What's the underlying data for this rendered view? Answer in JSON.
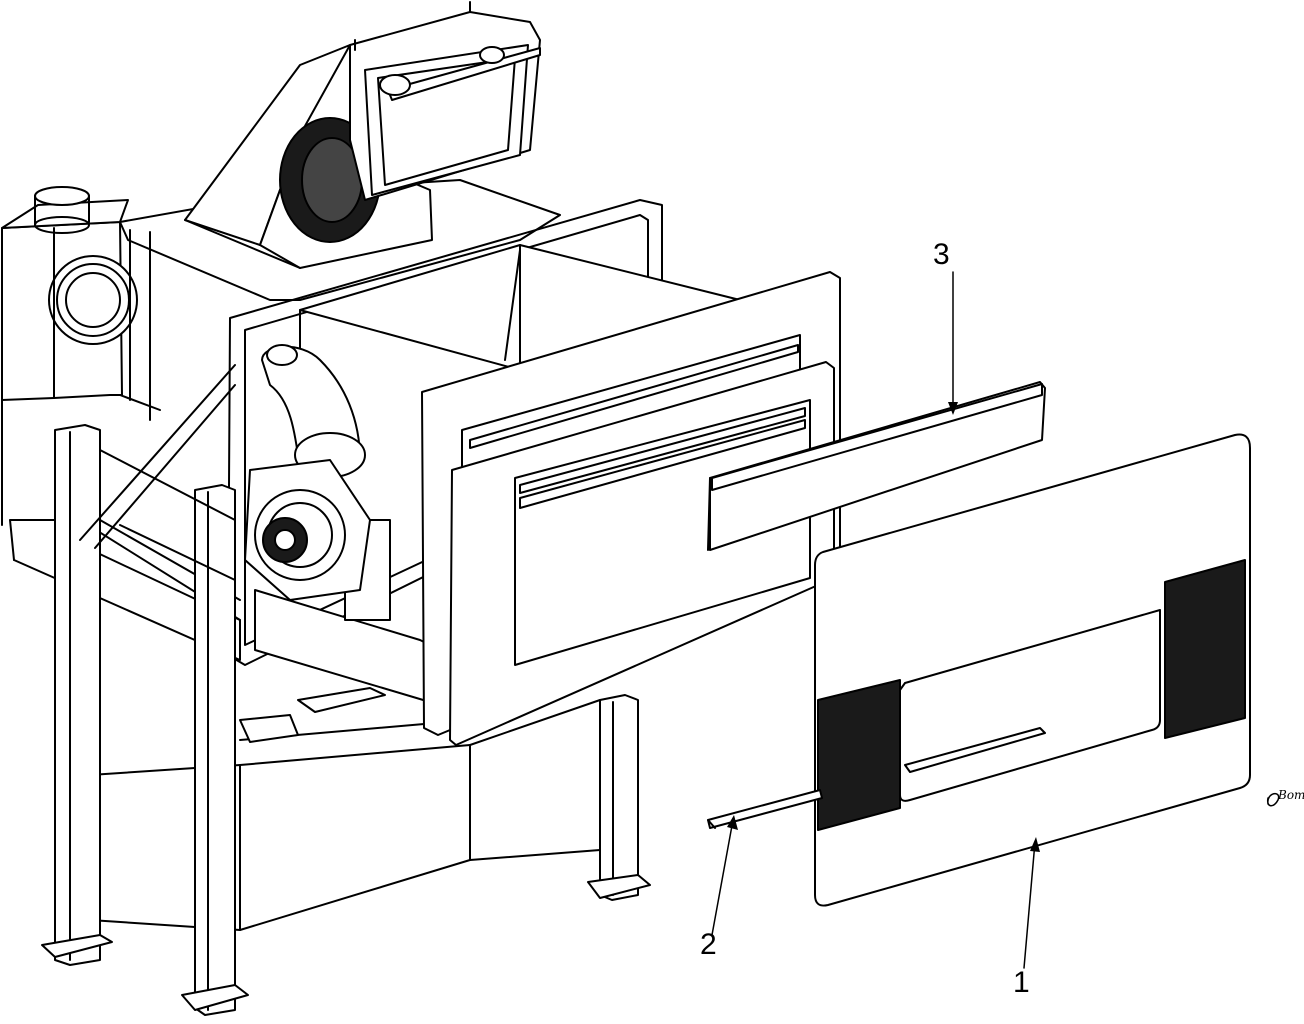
{
  "callouts": [
    {
      "id": "1",
      "label": "1"
    },
    {
      "id": "2",
      "label": "2"
    },
    {
      "id": "3",
      "label": "3"
    }
  ],
  "signature": "Bom",
  "colors": {
    "line": "#000000",
    "fill": "#ffffff",
    "hatch": "#1a1a1a",
    "shade": "#e6e6e6"
  }
}
